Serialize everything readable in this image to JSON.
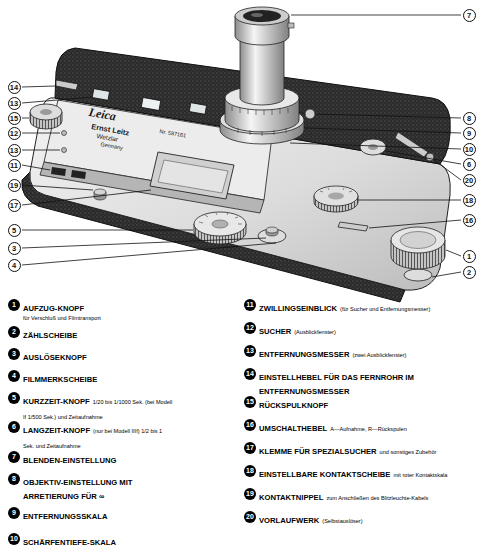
{
  "diagram": {
    "labels": [
      "7",
      "14",
      "13",
      "15",
      "12",
      "13",
      "11",
      "19",
      "17",
      "5",
      "3",
      "4",
      "8",
      "9",
      "10",
      "6",
      "20",
      "18",
      "16",
      "1",
      "2",
      "Leica",
      "Ernst Leitz",
      "Wetzlar",
      "Germany",
      "Nr. 587161",
      "1",
      "AUFZUG-KNOPF",
      "für Verschluß und Filmtransport",
      "2",
      "ZÄHLSCHEIBE",
      "3",
      "AUSLÖSEKNOPF",
      "4",
      "FILMMERKSCHEIBE",
      "5",
      "KURZZEIT-KNOPF",
      "1/20 bis 1/1000 Sek. (bei Modell If 1/500 Sek.) und Zeitaufnahme",
      "6",
      "LANGZEIT-KNOPF",
      "(nur bei Modell IIIf) 1/2 bis 1 Sek. und Zeitaufnahme",
      "7",
      "BLENDEN-EINSTELLUNG",
      "8",
      "OBJEKTIV-EINSTELLUNG MIT ARRETIERUNG FÜR ∞",
      "9",
      "ENTFERNUNGSSKALA",
      "10",
      "SCHÄRFENTIEFE-SKALA",
      "11",
      "ZWILLINGSEINBLICK",
      "(für Sucher und Entfernungsmesser)",
      "12",
      "SUCHER",
      "(Ausblickfenster)",
      "13",
      "ENTFERNUNGSMESSER",
      "(zwei Ausblickfenster)",
      "14",
      "EINSTELLHEBEL FÜR DAS FERNROHR IM ENTFERNUNGSMESSER",
      "15",
      "RÜCKSPULKNOPF",
      "16",
      "UMSCHALTHEBEL",
      "A—Aufnahme, R—Rückspulen",
      "17",
      "KLEMME FÜR SPEZIALSUCHER",
      "und sonstiges Zubehör",
      "18",
      "EINSTELLBARE KONTAKTSCHEIBE",
      "mit roter Kontaktskala",
      "19",
      "KONTAKTNIPPEL",
      "zum Anschließen des Blitzleuchte-Kabels",
      "20",
      "VORLAUFWERK",
      "(Selbstauslöser)"
    ]
  }
}
